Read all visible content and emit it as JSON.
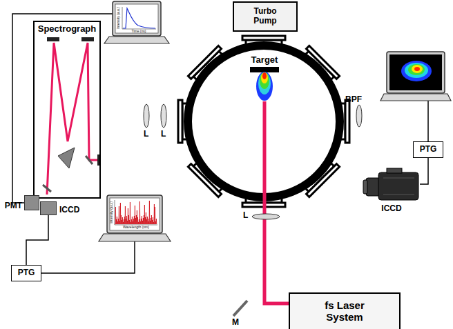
{
  "diagram": {
    "nodes": [
      {
        "text": [
          "Spectrograph"
        ]
      },
      {
        "text": [
          "Turbo Pump"
        ]
      },
      {
        "text": [
          "PTG"
        ]
      },
      {
        "text": [
          "PMT"
        ]
      },
      {
        "text": [
          "ICCD"
        ]
      },
      {
        "text": [
          "ICCD"
        ]
      },
      {
        "text": [
          "PTG"
        ]
      },
      {
        "text": [
          "fs Laser System"
        ]
      }
    ],
    "edges": [
      {
        "from": 4,
        "to": 6,
        "arrow": "none"
      },
      {
        "from": 2,
        "to": 5,
        "arrow": "none"
      }
    ],
    "labels": [
      "L",
      "L",
      "L",
      "M",
      "BPF",
      "Target",
      "Intensity (a.u.)",
      "Time (ns)",
      "Intensity (a.u.)",
      "Wavelength (nm)"
    ]
  }
}
